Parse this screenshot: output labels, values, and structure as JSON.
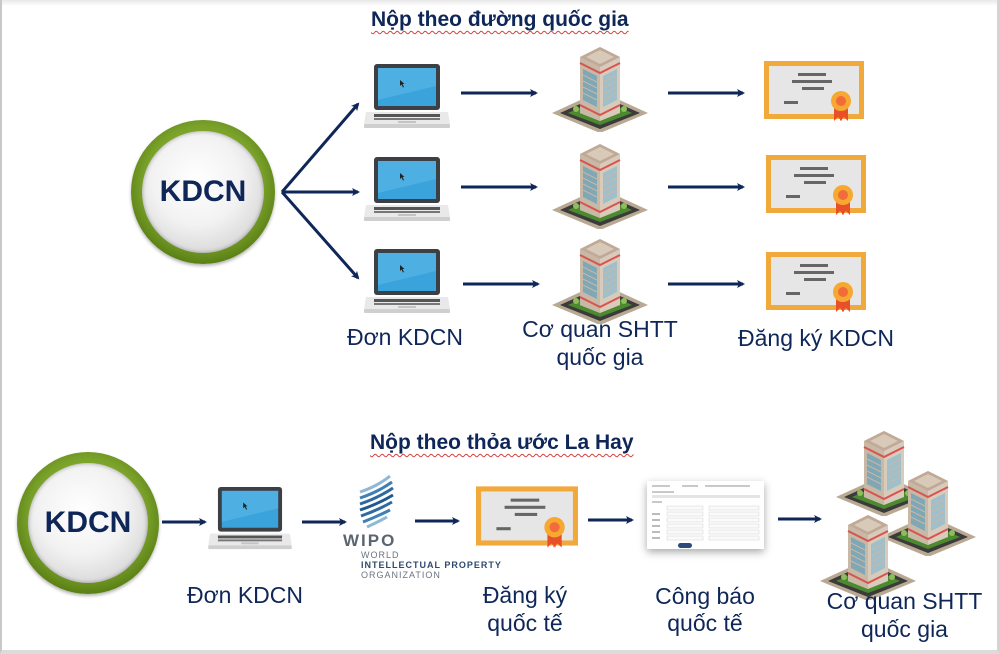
{
  "national": {
    "title": "Nộp theo đường quốc gia",
    "origin_label": "KDCN",
    "steps": [
      {
        "icon": "laptop-icon",
        "label": "Đơn KDCN"
      },
      {
        "icon": "building-icon",
        "label_line1": "Cơ quan SHTT",
        "label_line2": "quốc gia"
      },
      {
        "icon": "certificate-icon",
        "label": "Đăng ký KDCN"
      }
    ],
    "branches": 3
  },
  "hague": {
    "title": "Nộp theo thỏa ước La Hay",
    "origin_label": "KDCN",
    "wipo": {
      "acronym": "WIPO",
      "line1": "WORLD",
      "line2": "INTELLECTUAL PROPERTY",
      "line3": "ORGANIZATION"
    },
    "steps": [
      {
        "icon": "laptop-icon",
        "label": "Đơn KDCN"
      },
      {
        "icon": "wipo-logo",
        "label": ""
      },
      {
        "icon": "certificate-icon",
        "label_line1": "Đăng ký",
        "label_line2": "quốc tế"
      },
      {
        "icon": "bulletin-form-icon",
        "label_line1": "Công báo",
        "label_line2": "quốc tế"
      },
      {
        "icon": "buildings-icon",
        "label_line1": "Cơ quan SHTT",
        "label_line2": "quốc gia"
      }
    ]
  },
  "colors": {
    "text": "#0e2658",
    "arrow": "#0e2658",
    "ring_green": "#7aa22a",
    "certificate_frame": "#f0a830",
    "seal": "#f26b3a"
  }
}
